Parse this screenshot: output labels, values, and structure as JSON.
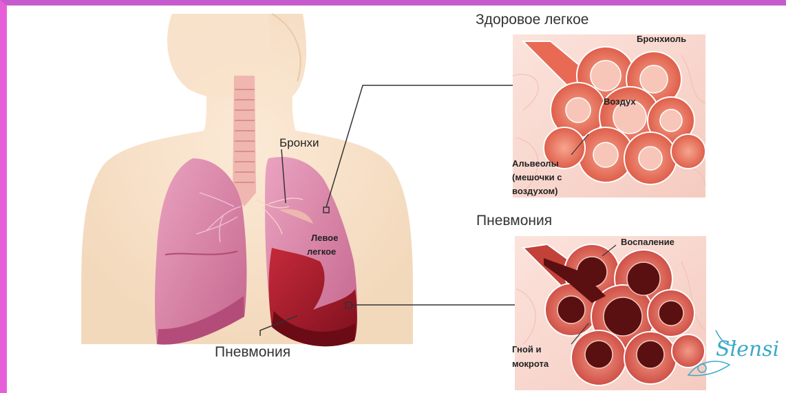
{
  "labels": {
    "healthy_lung_title": "Здоровое легкое",
    "pneumonia_title": "Пневмония",
    "bronchiole": "Бронхиоль",
    "air": "Воздух",
    "alveoli_line1": "Альвеолы",
    "alveoli_line2": "(мешочки с",
    "alveoli_line3": "воздухом)",
    "bronchi": "Бронхи",
    "left_lung_line1": "Левое",
    "left_lung_line2": "легкое",
    "pneumonia_caption": "Пневмония",
    "inflammation": "Воспаление",
    "pus_line1": "Гной и",
    "pus_line2": "мокрота"
  },
  "watermark": "Slensi",
  "colors": {
    "left_border": "#e75fd8",
    "top_border": "#c55bcc",
    "skin": "#f6dcbf",
    "lung_pink": "#d9789f",
    "lung_diseased": "#a3192a",
    "alveoli_healthy": "#e9735e",
    "alveoli_inflamed": "#5a1010"
  }
}
